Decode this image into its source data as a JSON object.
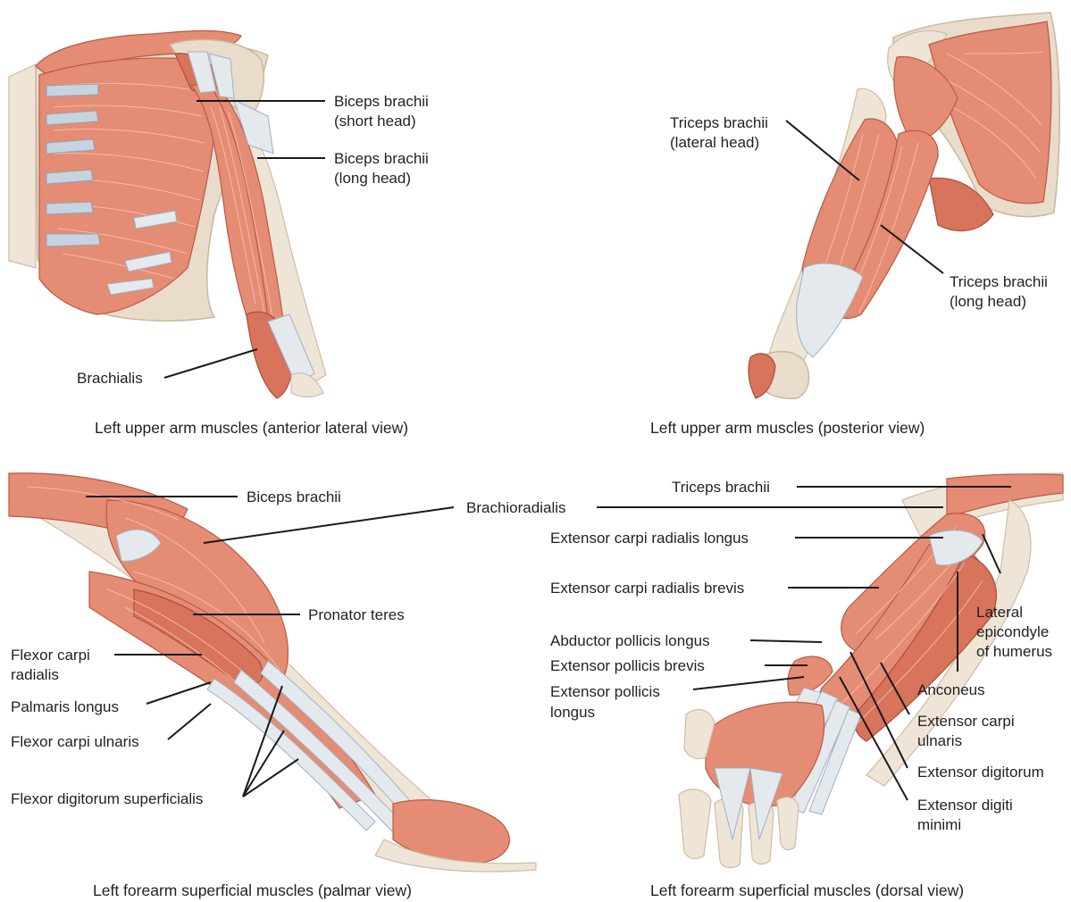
{
  "panels": {
    "upper_anterior": {
      "caption": "Left upper arm muscles (anterior lateral view)",
      "labels": {
        "biceps_short_1": "Biceps brachii",
        "biceps_short_2": "(short head)",
        "biceps_long_1": "Biceps brachii",
        "biceps_long_2": "(long head)",
        "brachialis": "Brachialis"
      }
    },
    "upper_posterior": {
      "caption": "Left upper arm muscles (posterior view)",
      "labels": {
        "triceps_lateral_1": "Triceps brachii",
        "triceps_lateral_2": "(lateral head)",
        "triceps_long_1": "Triceps brachii",
        "triceps_long_2": "(long head)"
      }
    },
    "forearm_palmar": {
      "caption": "Left forearm superficial muscles (palmar view)",
      "labels": {
        "biceps": "Biceps brachii",
        "brachioradialis": "Brachioradialis",
        "pronator_teres": "Pronator teres",
        "fcr_1": "Flexor carpi",
        "fcr_2": "radialis",
        "palmaris_longus": "Palmaris longus",
        "fcu": "Flexor carpi ulnaris",
        "fds": "Flexor digitorum superficialis"
      }
    },
    "forearm_dorsal": {
      "caption": "Left forearm superficial muscles (dorsal view)",
      "labels": {
        "triceps": "Triceps brachii",
        "ecrl": "Extensor carpi radialis longus",
        "ecrb": "Extensor carpi radialis brevis",
        "apl": "Abductor pollicis longus",
        "epb": "Extensor pollicis brevis",
        "epl_1": "Extensor pollicis",
        "epl_2": "longus",
        "lat_epi_1": "Lateral",
        "lat_epi_2": "epicondyle",
        "lat_epi_3": "of humerus",
        "anconeus": "Anconeus",
        "ecu_1": "Extensor carpi",
        "ecu_2": "ulnaris",
        "ed": "Extensor digitorum",
        "edm_1": "Extensor digiti",
        "edm_2": "minimi"
      }
    }
  }
}
